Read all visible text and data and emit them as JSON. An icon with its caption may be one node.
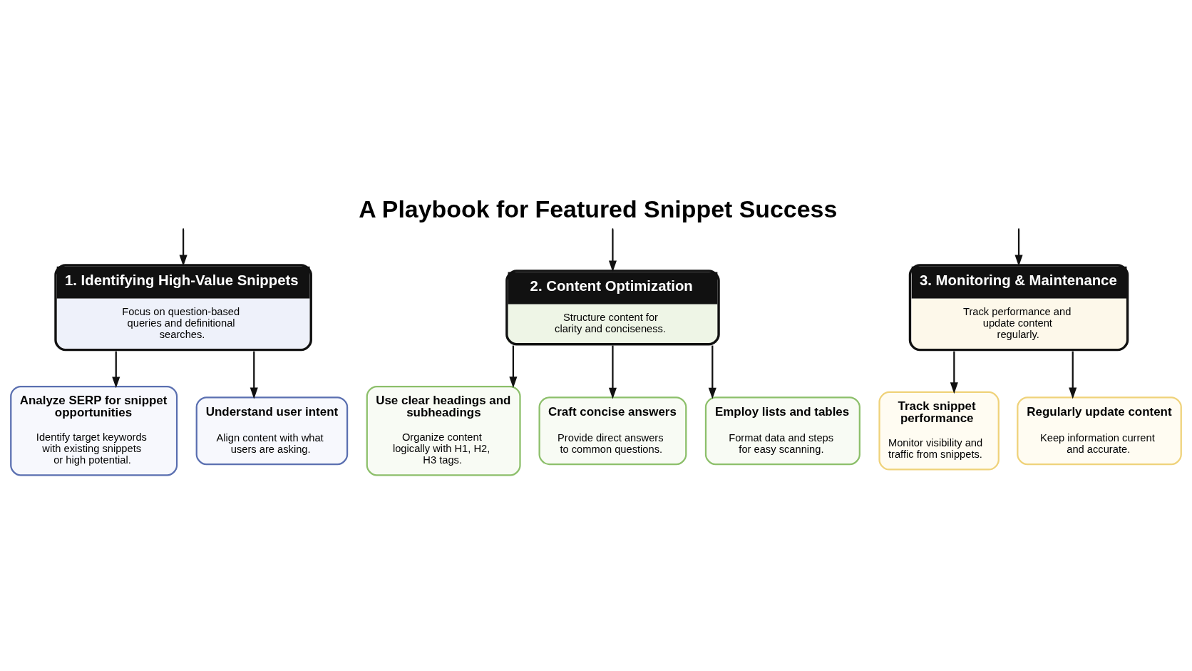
{
  "diagram": {
    "title": "A Playbook for Featured Snippet Success",
    "nodes": [
      {
        "text": [
          "1.",
          "Identifying High-Value Snippets",
          "Focus on question-based queries and definitional searches."
        ]
      },
      {
        "text": [
          "2.",
          "Content Optimization",
          "Structure content for clarity and conciseness."
        ]
      },
      {
        "text": [
          "3.",
          "Monitoring & Maintenance",
          "Track performance and update content regularly."
        ]
      },
      {
        "text": [
          "Analyze SERP for snippet opportunities",
          "Identify target keywords with existing snippets or high potential."
        ]
      },
      {
        "text": [
          "Understand user intent",
          "Align content with what users are asking."
        ]
      },
      {
        "text": [
          "Use clear headings and subheadings",
          "Organize content logically with H1, H2, H3 tags."
        ]
      },
      {
        "text": [
          "Craft concise answers",
          "Provide direct answers to common questions."
        ]
      },
      {
        "text": [
          "Employ lists and tables",
          "Format data and steps for easy scanning."
        ]
      },
      {
        "text": [
          "Track snippet performance",
          "Monitor visibility and traffic from snippets."
        ]
      },
      {
        "text": [
          "Regularly update content",
          "Keep information current and accurate."
        ]
      }
    ],
    "edges": [
      {
        "from": null,
        "to": 0,
        "arrow": "to"
      },
      {
        "from": null,
        "to": 1,
        "arrow": "to"
      },
      {
        "from": null,
        "to": 2,
        "arrow": "to"
      },
      {
        "from": 0,
        "to": 3,
        "arrow": "to"
      },
      {
        "from": 0,
        "to": 4,
        "arrow": "to"
      },
      {
        "from": 1,
        "to": 5,
        "arrow": "to"
      },
      {
        "from": 1,
        "to": 6,
        "arrow": "to"
      },
      {
        "from": 1,
        "to": 7,
        "arrow": "to"
      },
      {
        "from": 2,
        "to": 8,
        "arrow": "to"
      },
      {
        "from": 2,
        "to": 9,
        "arrow": "to"
      }
    ]
  }
}
